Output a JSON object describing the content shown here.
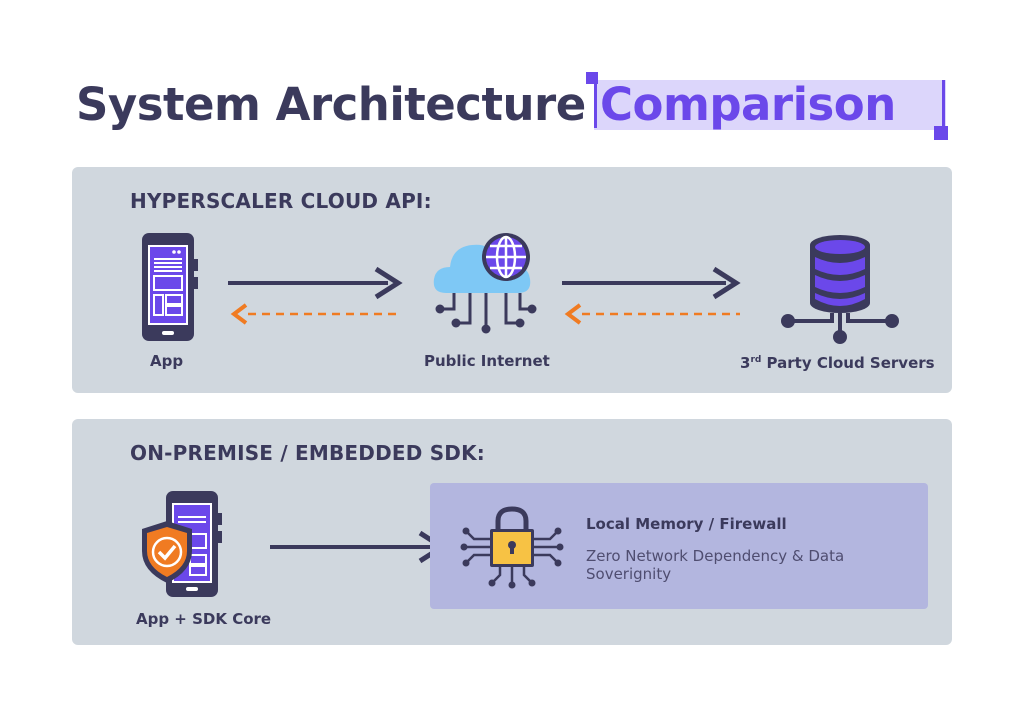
{
  "title": {
    "part1": "System Architecture",
    "part2": "Comparison"
  },
  "colors": {
    "navy": "#3b3a5c",
    "purple": "#6b48ea",
    "orange": "#f07b22",
    "panel": "#d0d7de",
    "highlight": "#dcd6fb",
    "cloud": "#7ec8f5",
    "lock": "#f7c244"
  },
  "cloud_api": {
    "heading": "HYPERSCALER CLOUD API:",
    "app_label": "App",
    "internet_label": "Public Internet",
    "servers_prefix": "3",
    "servers_sup": "rd",
    "servers_rest": " Party Cloud Servers"
  },
  "sdk": {
    "heading": "ON-PREMISE / EMBEDDED SDK:",
    "app_label": "App + SDK Core",
    "box_title": "Local Memory / Firewall",
    "box_desc": "Zero Network Dependency & Data Soverignity"
  },
  "icons": [
    "phone-icon",
    "cloud-globe-icon",
    "database-icon",
    "shield-check-icon",
    "lock-circuit-icon"
  ]
}
